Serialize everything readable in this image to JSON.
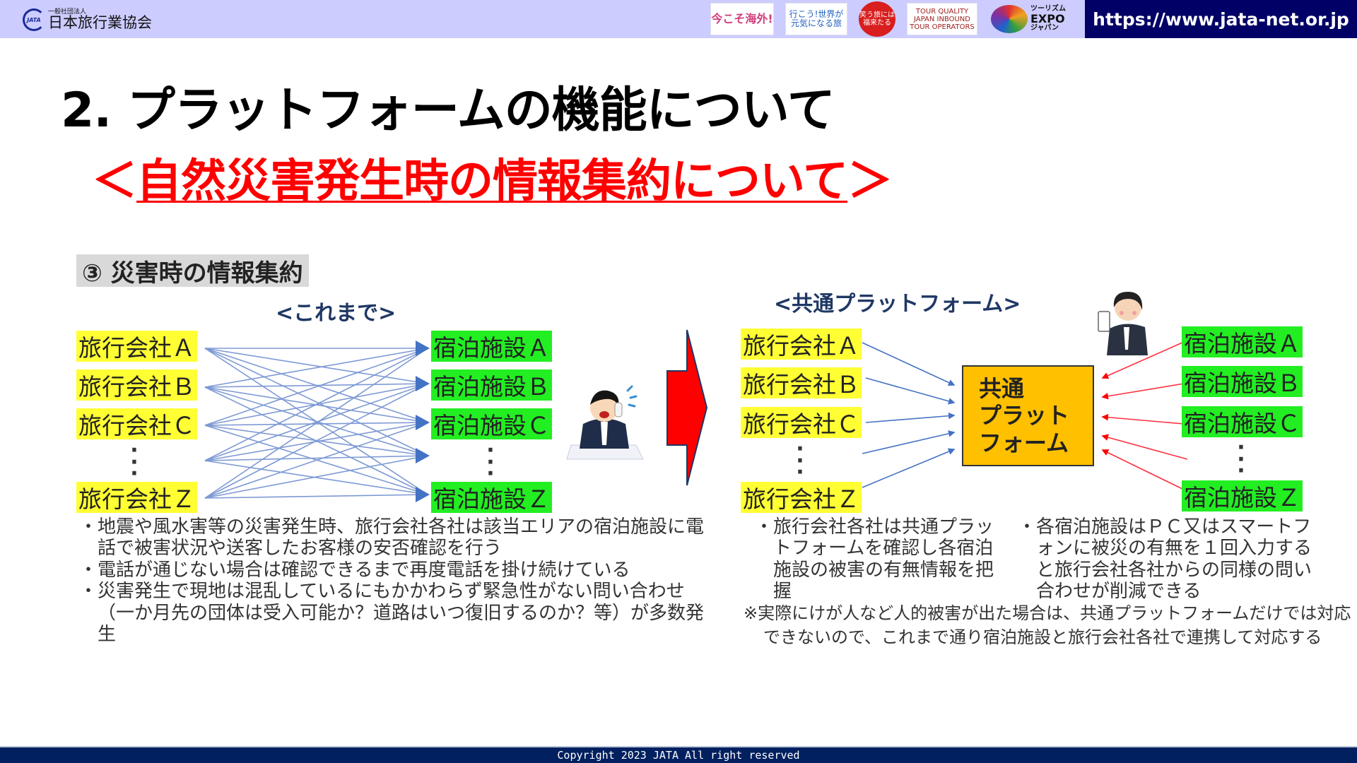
{
  "header": {
    "org_small": "一般社団法人",
    "org_name": "日本旅行業協会",
    "org_mark": "JATA",
    "partner_logos": [
      {
        "name": "imakoso-kaigai",
        "text": "今こそ海外!"
      },
      {
        "name": "ikou-sekai-ga-genki-ni-naru-tabi",
        "text": "行こう!世界が元気になる旅"
      },
      {
        "name": "warau-tabi-niwa-fuku-kitaru",
        "text": "笑う旅には福来たる"
      },
      {
        "name": "tour-quality-japan",
        "text": "TOUR QUALITY JAPAN INBOUND TOUR OPERATORS"
      },
      {
        "name": "tourism-expo-japan",
        "line1": "ツーリズム",
        "line2": "EXPO",
        "line3": "ジャパン"
      }
    ],
    "url": "https://www.jata-net.or.jp"
  },
  "title": "2. プラットフォームの機能について",
  "subtitle": {
    "open": "＜",
    "text": "自然災害発生時の情報集約について",
    "close": "＞"
  },
  "section": {
    "heading": "③ 災害時の情報集約",
    "before_label": "<これまで>",
    "platform_label": "<共通プラットフォーム>"
  },
  "before": {
    "agencies": [
      "旅行会社Ａ",
      "旅行会社Ｂ",
      "旅行会社Ｃ",
      "旅行会社Ｚ"
    ],
    "facilities": [
      "宿泊施設Ａ",
      "宿泊施設Ｂ",
      "宿泊施設Ｃ",
      "宿泊施設Ｚ"
    ],
    "ellipsis": "⋮"
  },
  "platform": {
    "agencies": [
      "旅行会社Ａ",
      "旅行会社Ｂ",
      "旅行会社Ｃ",
      "旅行会社Ｚ"
    ],
    "facilities": [
      "宿泊施設Ａ",
      "宿泊施設Ｂ",
      "宿泊施設Ｃ",
      "宿泊施設Ｚ"
    ],
    "box_lines": [
      "共通",
      "プラット",
      "フォーム"
    ],
    "ellipsis": "⋮"
  },
  "bullets_before": [
    "・地震や風水害等の災害発生時、旅行会社各社は該当エリアの宿泊施設に電話で被害状況や送客したお客様の安否確認を行う",
    "・電話が通じない場合は確認できるまで再度電話を掛け続けている",
    "・災害発生で現地は混乱しているにもかかわらず緊急性がない問い合わせ（一か月先の団体は受入可能か？道路はいつ復旧するのか？等）が多数発生"
  ],
  "bullets_platform_agencies": [
    "・旅行会社各社は共通プラットフォームを確認し各宿泊施設の被害の有無情報を把握"
  ],
  "bullets_platform_facilities": [
    "・各宿泊施設はＰＣ又はスマートフォンに被災の有無を１回入力すると旅行会社各社からの同様の問い合わせが削減できる"
  ],
  "note": "※実際にけが人など人的被害が出た場合は、共通プラットフォームだけでは対応できないので、これまで通り宿泊施設と旅行会社各社で連携して対応する",
  "footer": {
    "copyright": "Copyright  2023 JATA  All right reserved"
  },
  "colors": {
    "header_bg": "#CCCCFF",
    "url_bg": "#000066",
    "title": "#000000",
    "subtitle": "#FF0000",
    "agency_box": "#FFFF33",
    "facility_box": "#22EE22",
    "platform_box": "#FFC000",
    "blue_arrow": "#4472C4",
    "red_arrow": "#FF0000",
    "footer_bg": "#002060"
  }
}
